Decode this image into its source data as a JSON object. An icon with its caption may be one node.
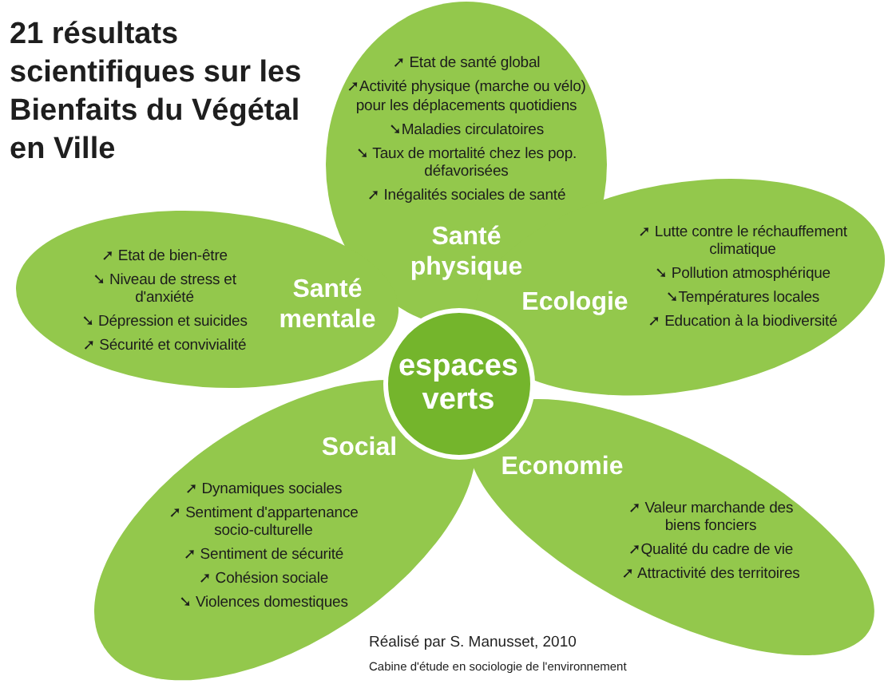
{
  "diagram": {
    "title": "21 résultats scientifiques sur les Bienfaits du Végétal en Ville",
    "nodes": [
      {
        "text": [
          "➚ Etat de santé global",
          "➚Activité physique (marche ou vélo) pour les déplacements quotidiens",
          "➘Maladies circulatoires",
          "➘ Taux de mortalité chez les pop. défavorisées",
          "➚ Inégalités sociales de santé",
          "Santé physique"
        ]
      },
      {
        "text": [
          "Santé mentale",
          "➚ Etat de bien-être",
          "➘ Niveau de stress et d'anxiété",
          "➘ Dépression et suicides",
          "➚ Sécurité et convivialité"
        ]
      },
      {
        "text": [
          "Ecologie",
          "➚ Lutte contre le réchauffement climatique",
          "➘ Pollution atmosphérique",
          "➘Températures locales",
          "➚ Education à la biodiversité"
        ]
      },
      {
        "text": [
          "espaces verts"
        ]
      },
      {
        "text": [
          "Social",
          "➚ Dynamiques sociales",
          "➚ Sentiment d'appartenance socio-culturelle",
          "➚ Sentiment de sécurité",
          "➚ Cohésion sociale",
          "➘ Violences domestiques"
        ]
      },
      {
        "text": [
          "Economie",
          "➚ Valeur marchande des biens fonciers",
          "➚Qualité du cadre de vie",
          "➚ Attractivité des territoires"
        ]
      }
    ],
    "labels": [
      "Cabine d'étude en sociologie de l'environnement"
    ],
    "caption": "Réalisé par S. Manusset, 2010"
  }
}
